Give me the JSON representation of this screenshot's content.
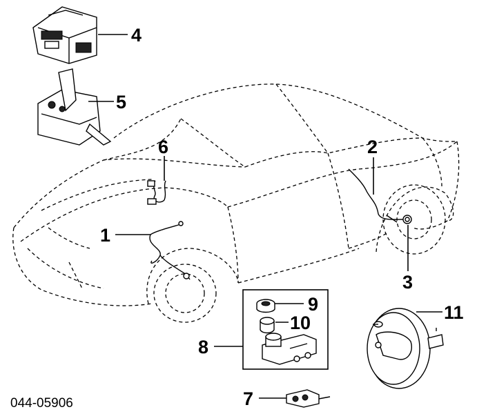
{
  "diagram": {
    "callouts": [
      "1",
      "2",
      "3",
      "4",
      "5",
      "6",
      "7",
      "8",
      "9",
      "10",
      "11"
    ],
    "code": "044-05906"
  }
}
